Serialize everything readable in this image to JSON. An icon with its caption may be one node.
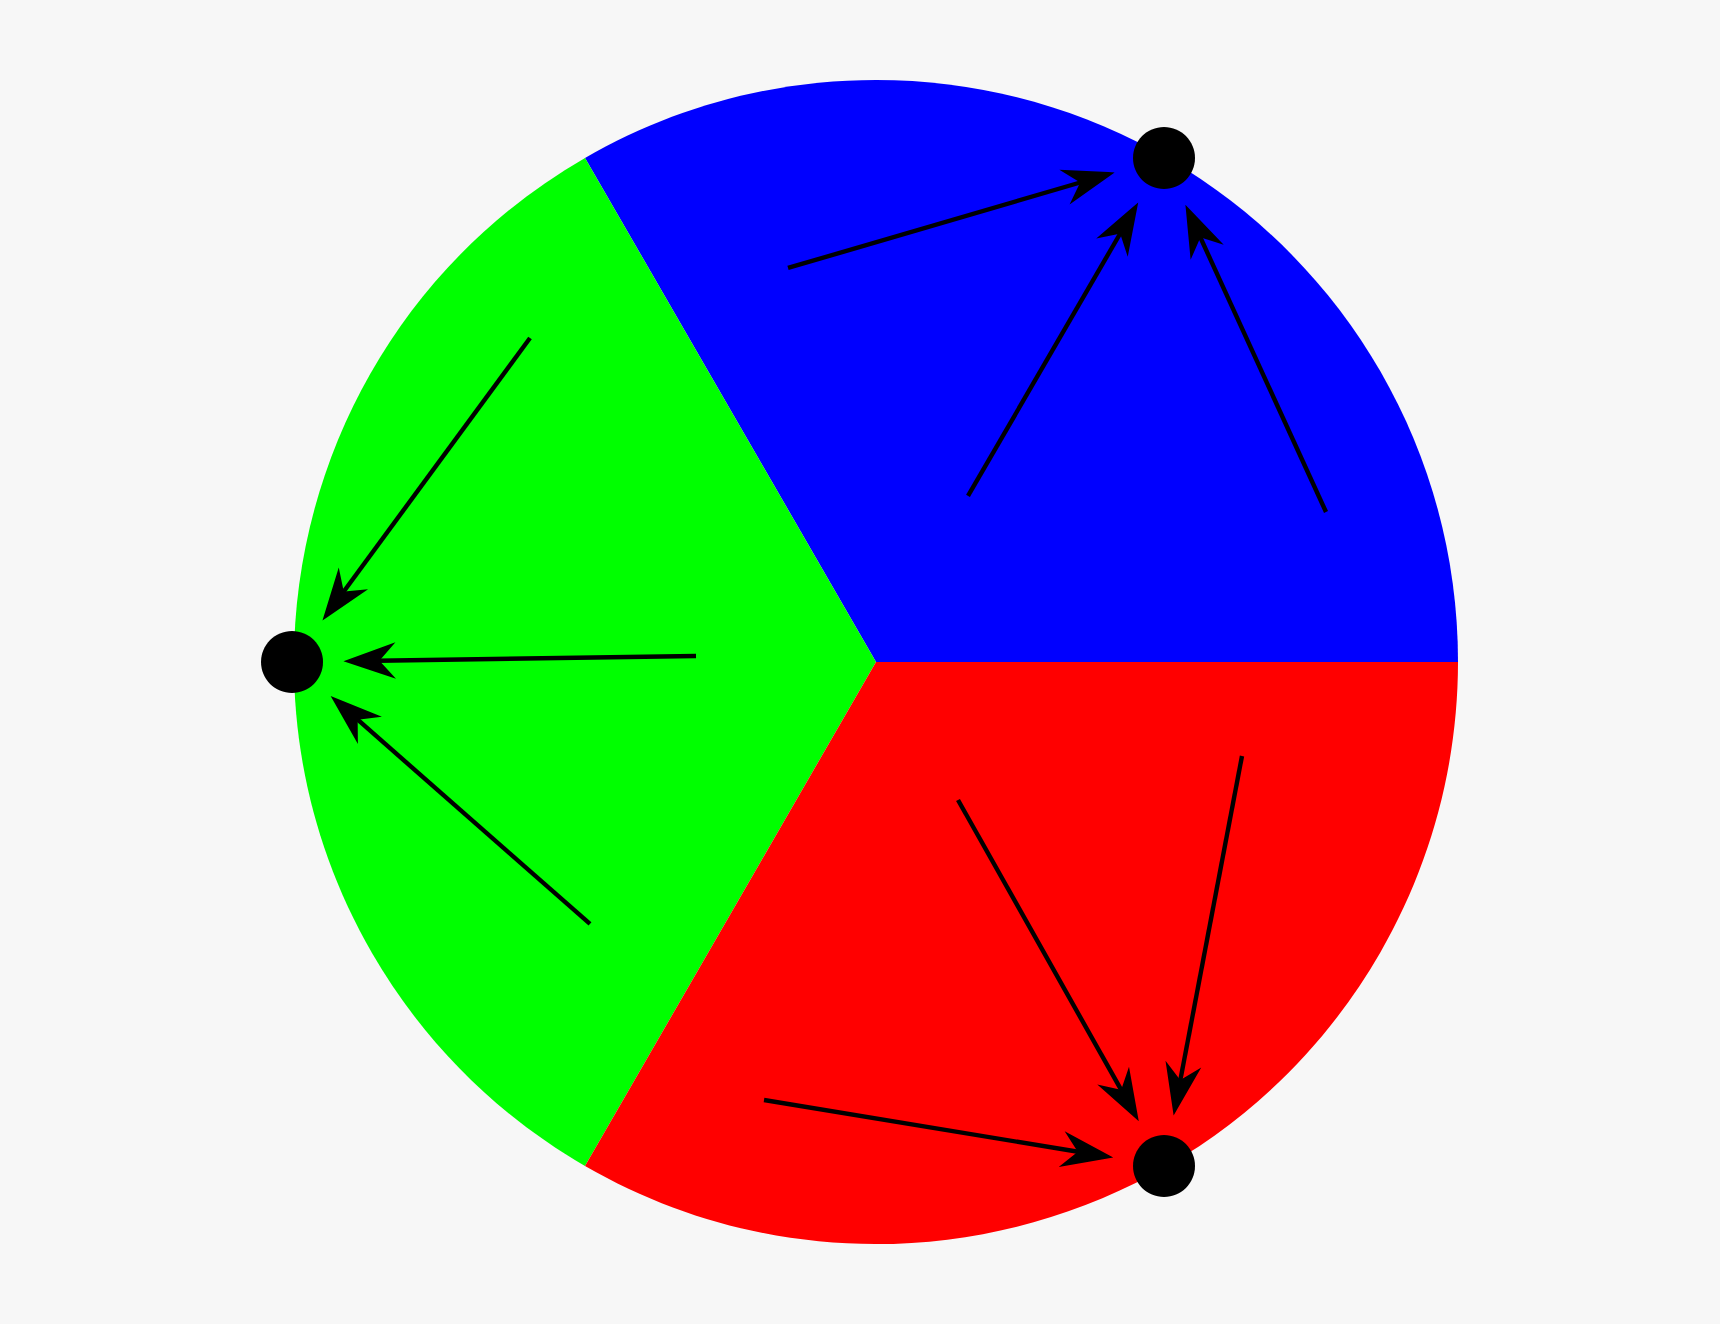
{
  "diagram": {
    "nodes": [
      {
        "text": [],
        "shape": "circle"
      },
      {
        "text": [],
        "shape": "circle"
      },
      {
        "text": [],
        "shape": "circle"
      }
    ],
    "edges": [
      {
        "from": null,
        "to": 0,
        "arrow": "to"
      },
      {
        "from": null,
        "to": 0,
        "arrow": "to"
      },
      {
        "from": null,
        "to": 0,
        "arrow": "to"
      },
      {
        "from": null,
        "to": 1,
        "arrow": "to"
      },
      {
        "from": null,
        "to": 1,
        "arrow": "to"
      },
      {
        "from": null,
        "to": 1,
        "arrow": "to"
      },
      {
        "from": null,
        "to": 2,
        "arrow": "to"
      },
      {
        "from": null,
        "to": 2,
        "arrow": "to"
      },
      {
        "from": null,
        "to": 2,
        "arrow": "to"
      }
    ]
  }
}
